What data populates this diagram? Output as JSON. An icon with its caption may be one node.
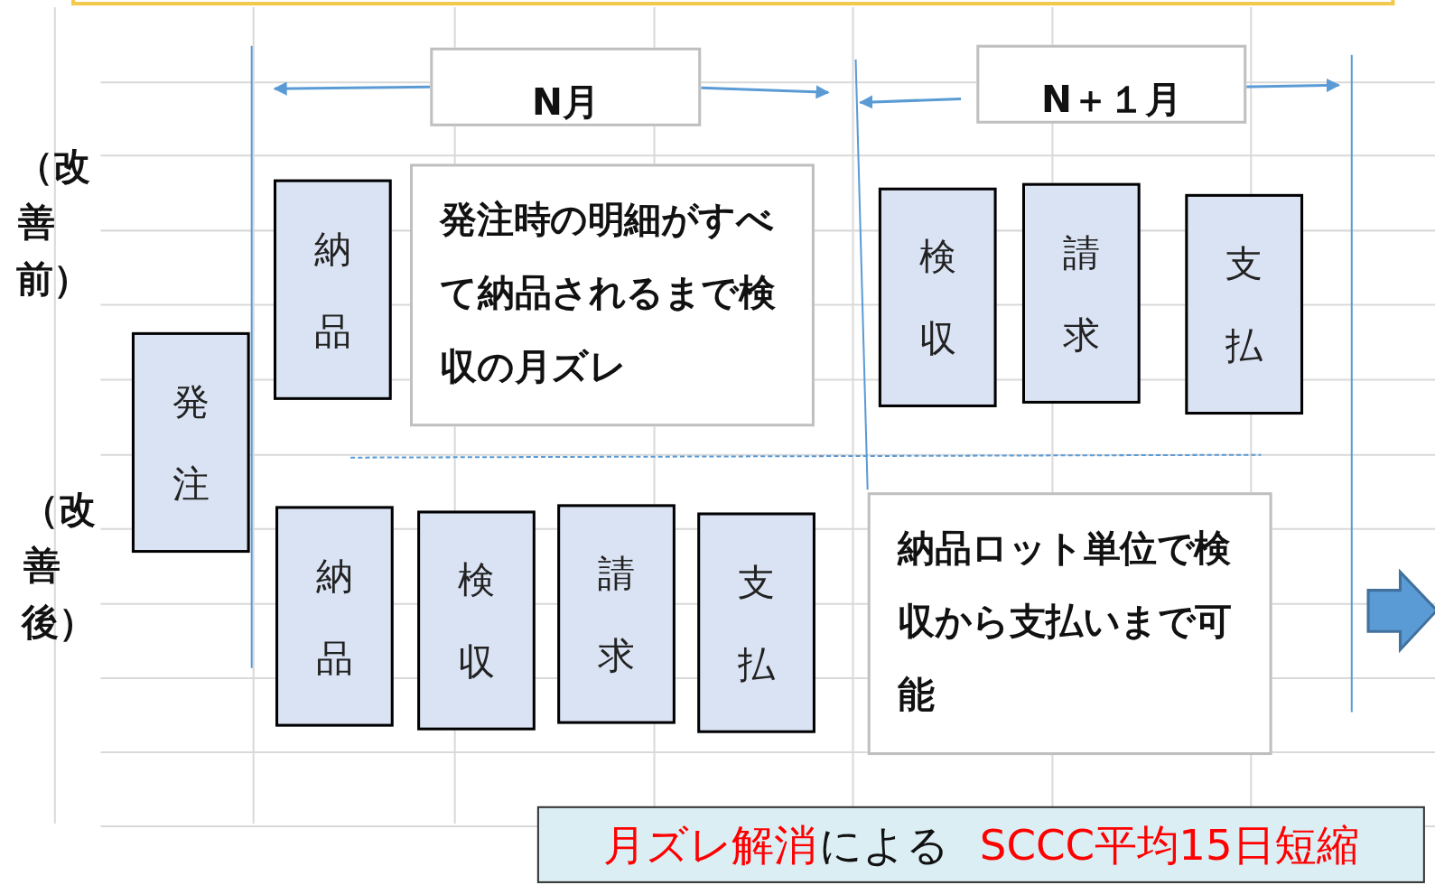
{
  "diagram": {
    "nodes": [
      {
        "text": [
          "N月"
        ]
      },
      {
        "text": [
          "N＋１月"
        ]
      },
      {
        "text": [
          "発注"
        ]
      },
      {
        "text": [
          "納品"
        ]
      },
      {
        "text": [
          "発注時の明細がすべて納品されるまで検収の月ズレ"
        ]
      },
      {
        "text": [
          "検収"
        ]
      },
      {
        "text": [
          "請求"
        ]
      },
      {
        "text": [
          "支払"
        ]
      },
      {
        "text": [
          "納品"
        ]
      },
      {
        "text": [
          "検収"
        ]
      },
      {
        "text": [
          "請求"
        ]
      },
      {
        "text": [
          "支払"
        ]
      },
      {
        "text": [
          "納品ロット単位で検収から支払いまで可能"
        ]
      },
      {
        "text": [
          "月ズレ解消",
          "による",
          "SCCC平均15日短縮"
        ]
      }
    ],
    "labels": [
      "（改善前）",
      "（改善後）"
    ]
  }
}
